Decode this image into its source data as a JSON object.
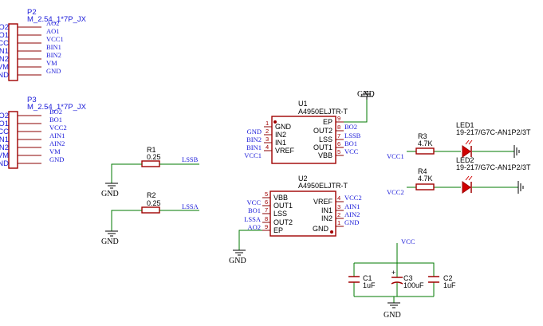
{
  "p2": {
    "ref": "P2",
    "value": "M_2.54_1*7P_JX",
    "pins": [
      "AO2",
      "AO1",
      "VCC",
      "BIN1",
      "BIN2",
      "VM",
      "GND"
    ],
    "nets": [
      "AO2",
      "AO1",
      "VCC1",
      "BIN1",
      "BIN2",
      "VM",
      "GND"
    ]
  },
  "p3": {
    "ref": "P3",
    "value": "M_2.54_1*7P_JX",
    "pins": [
      "BO2",
      "BO1",
      "VCC",
      "AIN1",
      "AIN2",
      "VM",
      "GND"
    ],
    "nets": [
      "BO2",
      "BO1",
      "VCC2",
      "AIN1",
      "AIN2",
      "VM",
      "GND"
    ]
  },
  "r1": {
    "ref": "R1",
    "value": "0.25",
    "net": "LSSB",
    "gnd": "GND"
  },
  "r2": {
    "ref": "R2",
    "value": "0.25",
    "net": "LSSA",
    "gnd": "GND"
  },
  "u1": {
    "ref": "U1",
    "value": "A4950ELJTR-T",
    "left_pins": [
      {
        "name": "GND",
        "num": "1"
      },
      {
        "name": "IN2",
        "num": "2"
      },
      {
        "name": "IN1",
        "num": "3"
      },
      {
        "name": "VREF",
        "num": "4"
      }
    ],
    "left_nets": [
      "GND",
      "BIN2",
      "BIN1",
      "VCC1"
    ],
    "right_pins": [
      {
        "name": "EP",
        "num": "9"
      },
      {
        "name": "OUT2",
        "num": "8"
      },
      {
        "name": "LSS",
        "num": "7"
      },
      {
        "name": "OUT1",
        "num": "6"
      },
      {
        "name": "VBB",
        "num": "5"
      }
    ],
    "right_nets": [
      "BO2",
      "LSSB",
      "BO1",
      "VCC"
    ],
    "gnd": "GND"
  },
  "u2": {
    "ref": "U2",
    "value": "A4950ELJTR-T",
    "left_pins": [
      {
        "name": "VBB",
        "num": "5"
      },
      {
        "name": "OUT1",
        "num": "6"
      },
      {
        "name": "LSS",
        "num": "7"
      },
      {
        "name": "OUT2",
        "num": "8"
      },
      {
        "name": "EP",
        "num": "9"
      }
    ],
    "left_nets": [
      "VCC",
      "BO1",
      "LSSA",
      "AO2"
    ],
    "right_pins": [
      {
        "name": "VREF",
        "num": "4"
      },
      {
        "name": "IN1",
        "num": "3"
      },
      {
        "name": "IN2",
        "num": "2"
      },
      {
        "name": "GND",
        "num": "1"
      }
    ],
    "right_nets": [
      "VCC2",
      "AIN1",
      "AIN2",
      "GND"
    ],
    "gnd": "GND"
  },
  "led1": {
    "ref_r": "R3",
    "value_r": "4.7K",
    "ref": "LED1",
    "part": "19-217/G7C-AN1P2/3T",
    "net": "VCC1"
  },
  "led2": {
    "ref_r": "R4",
    "value_r": "4.7K",
    "ref": "LED2",
    "part": "19-217/G7C-AN1P2/3T",
    "net": "VCC2"
  },
  "caps": {
    "net": "VCC",
    "gnd": "GND",
    "c1": {
      "ref": "C1",
      "value": "1uF"
    },
    "c3": {
      "ref": "C3",
      "value": "100uF",
      "plus": "+"
    },
    "c2": {
      "ref": "C2",
      "value": "1uF"
    }
  },
  "colors": {
    "wire": "#007a00",
    "body": "#a00000",
    "netlabel": "#1a1ad9",
    "text": "#000000"
  }
}
